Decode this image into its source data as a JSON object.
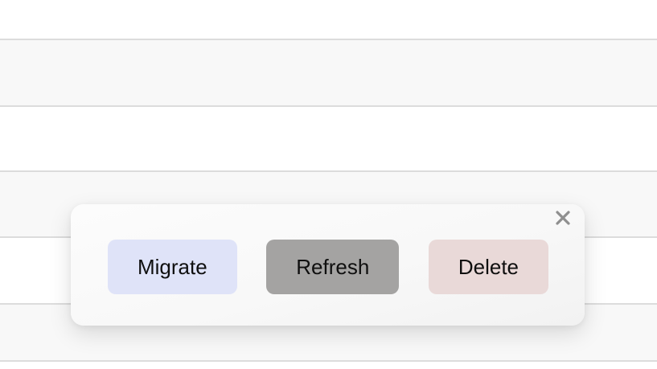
{
  "colors": {
    "page_bg": "#ffffff",
    "row_gray": "#f8f8f8",
    "row_divider": "#dcdcdc",
    "card_bg": "#f8f8f8",
    "button_text": "#0f0f0f",
    "close_icon": "#8f8f8f",
    "migrate_bg": "#dfe3f8",
    "refresh_bg": "#a4a3a2",
    "delete_bg": "#e9d9d8"
  },
  "background": {
    "rows": [
      {
        "shade": "white"
      },
      {
        "shade": "gray"
      },
      {
        "shade": "white"
      },
      {
        "shade": "gray"
      },
      {
        "shade": "white"
      },
      {
        "shade": "gray"
      },
      {
        "shade": "white"
      }
    ]
  },
  "dialog": {
    "close_icon": "close-x",
    "buttons": [
      {
        "label": "Migrate",
        "bg": "#dfe3f8"
      },
      {
        "label": "Refresh",
        "bg": "#a4a3a2"
      },
      {
        "label": "Delete",
        "bg": "#e9d9d8"
      }
    ]
  }
}
